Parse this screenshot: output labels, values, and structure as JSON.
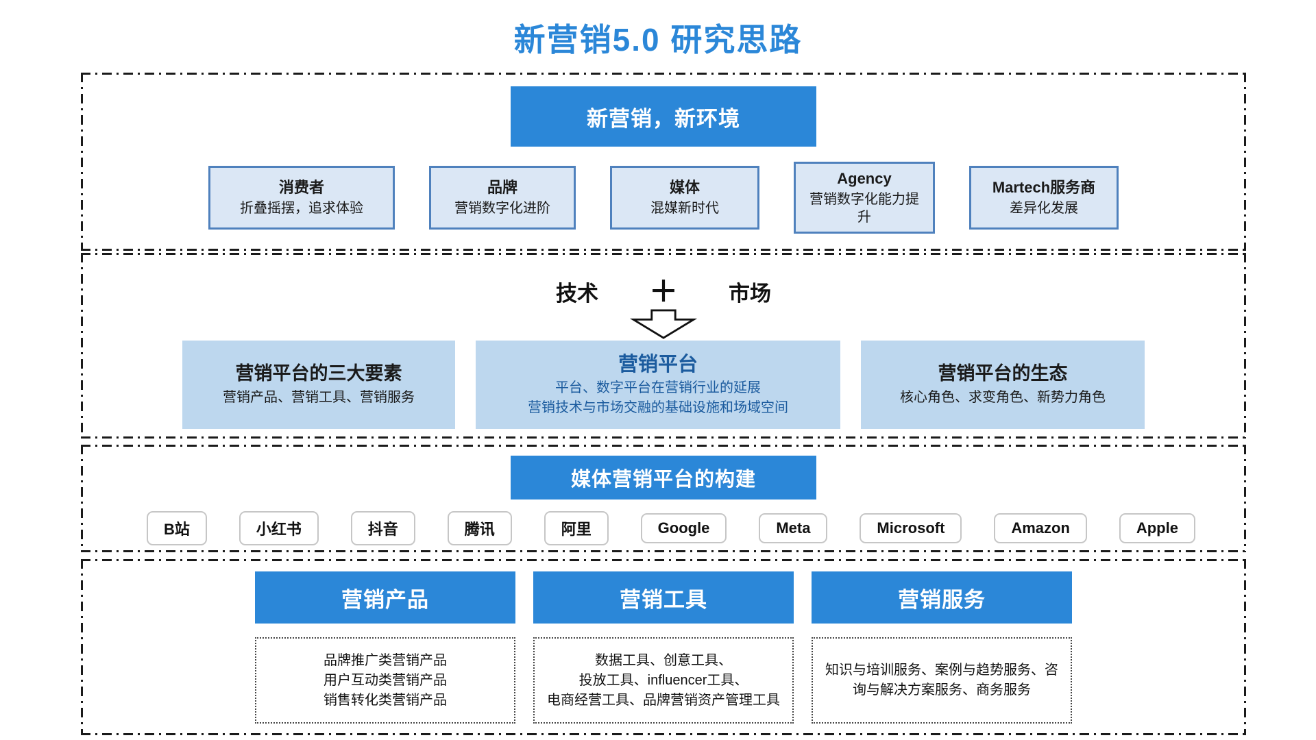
{
  "page": {
    "title": "新营销5.0 研究思路"
  },
  "colors": {
    "accent_blue": "#2b87d8",
    "card_fill": "#dbe7f5",
    "card_border": "#4f81bd",
    "panel_fill": "#bdd7ee",
    "dark_blue_text": "#1b5b9e"
  },
  "section_environment": {
    "header": "新营销，新环境",
    "cards": [
      {
        "title": "消费者",
        "desc": "折叠摇摆，追求体验"
      },
      {
        "title": "品牌",
        "desc": "营销数字化进阶"
      },
      {
        "title": "媒体",
        "desc": "混媒新时代"
      },
      {
        "title": "Agency",
        "desc": "营销数字化能力提升"
      },
      {
        "title": "Martech服务商",
        "desc": "差异化发展"
      }
    ]
  },
  "section_platform": {
    "tech": "技术",
    "plus": "＋",
    "market": "市场",
    "boxes": [
      {
        "title": "营销平台的三大要素",
        "line1": "营销产品、营销工具、营销服务"
      },
      {
        "title": "营销平台",
        "line1": "平台、数字平台在营销行业的延展",
        "line2": "营销技术与市场交融的基础设施和场域空间"
      },
      {
        "title": "营销平台的生态",
        "line1": "核心角色、求变角色、新势力角色"
      }
    ]
  },
  "section_media": {
    "header": "媒体营销平台的构建",
    "platforms": [
      "B站",
      "小红书",
      "抖音",
      "腾讯",
      "阿里",
      "Google",
      "Meta",
      "Microsoft",
      "Amazon",
      "Apple"
    ]
  },
  "section_offerings": {
    "columns": [
      {
        "header": "营销产品",
        "lines": [
          "品牌推广类营销产品",
          "用户互动类营销产品",
          "销售转化类营销产品"
        ]
      },
      {
        "header": "营销工具",
        "lines": [
          "数据工具、创意工具、",
          "投放工具、influencer工具、",
          "电商经营工具、品牌营销资产管理工具"
        ]
      },
      {
        "header": "营销服务",
        "lines": [
          "知识与培训服务、案例与趋势服务、咨询与解决方案服务、商务服务"
        ]
      }
    ]
  }
}
